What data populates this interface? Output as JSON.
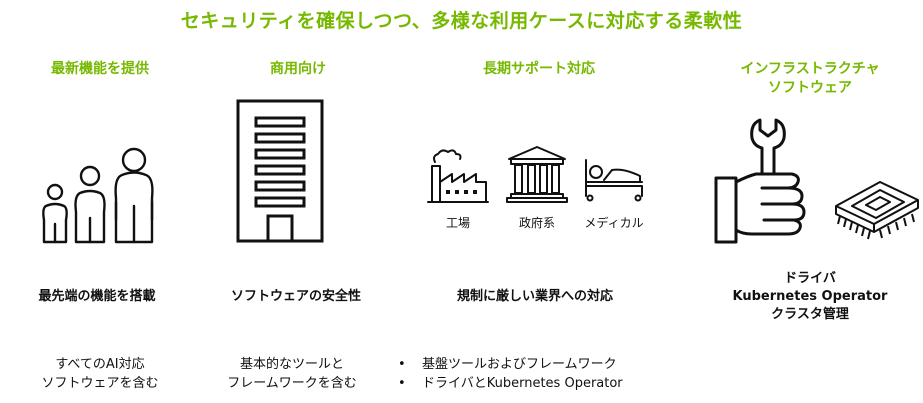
{
  "title": "セキュリティを確保しつつ、多様な利用ケースに対応する柔軟性",
  "colors": {
    "accent": "#76b900",
    "text": "#111111"
  },
  "columns": [
    {
      "heading": "最新機能を提供",
      "icon": "family-icon",
      "feature": "最先端の機能を搭載",
      "desc_line1": "すべてのAI対応",
      "desc_line2": "ソフトウェアを含む"
    },
    {
      "heading": "商用向け",
      "icon": "office-building-icon",
      "feature": "ソフトウェアの安全性",
      "desc_line1": "基本的なツールと",
      "desc_line2": "フレームワークを含む"
    },
    {
      "heading": "長期サポート対応",
      "icons": [
        "factory-icon",
        "government-building-icon",
        "hospital-bed-icon"
      ],
      "labels": [
        "工場",
        "政府系",
        "メディカル"
      ],
      "feature": "規制に厳しい業界への対応",
      "bullets": [
        "基盤ツールおよびフレームワーク",
        "ドライバとKubernetes Operator"
      ]
    },
    {
      "heading_line1": "インフラストラクチャ",
      "heading_line2": "ソフトウェア",
      "icons": [
        "wrench-hand-icon",
        "chip-icon"
      ],
      "feature_line1": "ドライバ",
      "feature_line2": "Kubernetes Operator",
      "feature_line3": "クラスタ管理"
    }
  ]
}
